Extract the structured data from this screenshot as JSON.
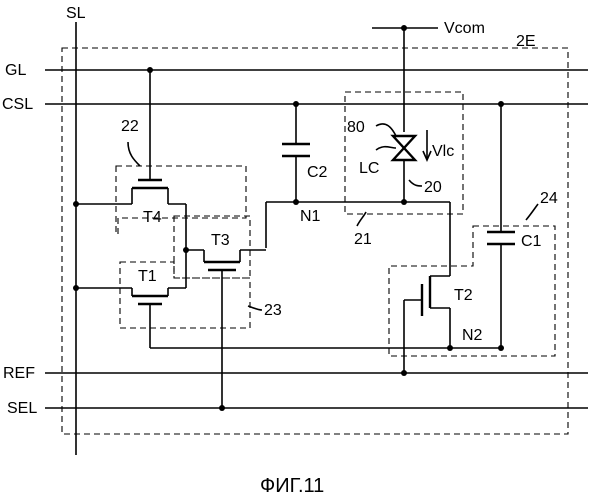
{
  "figure_caption": "ФИГ.11",
  "lines": {
    "sl": "SL",
    "gl": "GL",
    "csl": "CSL",
    "ref": "REF",
    "sel": "SEL",
    "vcom": "Vcom"
  },
  "blocks": {
    "pixel": "2E",
    "b20": "20",
    "b21": "21",
    "b22": "22",
    "b23": "23",
    "b24": "24"
  },
  "components": {
    "t1": "T1",
    "t2": "T2",
    "t3": "T3",
    "t4": "T4",
    "c1": "C1",
    "c2": "C2",
    "lc": "LC",
    "lc_ref": "80",
    "vlc": "Vlc"
  },
  "nodes": {
    "n1": "N1",
    "n2": "N2"
  }
}
